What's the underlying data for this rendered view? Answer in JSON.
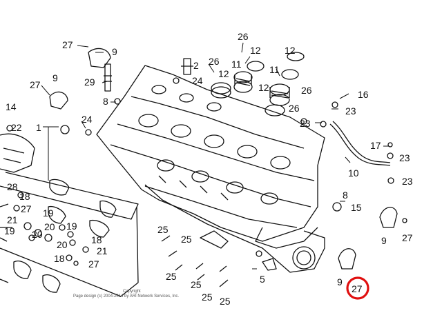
{
  "diagram": {
    "copyright_line1": "Copyright",
    "copyright_line2": "Page design (c) 2004-2014 by ARI Network Services, Inc.",
    "highlight_color": "#e01010",
    "callouts": [
      {
        "id": "c27a",
        "text": "27"
      },
      {
        "id": "c9a",
        "text": "9"
      },
      {
        "id": "c29",
        "text": "29"
      },
      {
        "id": "c8a",
        "text": "8"
      },
      {
        "id": "c27b",
        "text": "27"
      },
      {
        "id": "c9b",
        "text": "9"
      },
      {
        "id": "c14",
        "text": "14"
      },
      {
        "id": "c22",
        "text": "22"
      },
      {
        "id": "c1",
        "text": "1"
      },
      {
        "id": "c24a",
        "text": "24"
      },
      {
        "id": "c2",
        "text": "2"
      },
      {
        "id": "c24b",
        "text": "24"
      },
      {
        "id": "c26a",
        "text": "26"
      },
      {
        "id": "c12a",
        "text": "12"
      },
      {
        "id": "c26b",
        "text": "26"
      },
      {
        "id": "c12b",
        "text": "12"
      },
      {
        "id": "c11a",
        "text": "11"
      },
      {
        "id": "c12c",
        "text": "12"
      },
      {
        "id": "c11b",
        "text": "11"
      },
      {
        "id": "c12d",
        "text": "12"
      },
      {
        "id": "c26c",
        "text": "26"
      },
      {
        "id": "c26d",
        "text": "26"
      },
      {
        "id": "c16",
        "text": "16"
      },
      {
        "id": "c23a",
        "text": "23"
      },
      {
        "id": "c23b",
        "text": "23"
      },
      {
        "id": "c17",
        "text": "17"
      },
      {
        "id": "c23c",
        "text": "23"
      },
      {
        "id": "c10",
        "text": "10"
      },
      {
        "id": "c23d",
        "text": "23"
      },
      {
        "id": "c28",
        "text": "28"
      },
      {
        "id": "c18a",
        "text": "18"
      },
      {
        "id": "c27c",
        "text": "27"
      },
      {
        "id": "c21a",
        "text": "21"
      },
      {
        "id": "c19a",
        "text": "19"
      },
      {
        "id": "c20a",
        "text": "20"
      },
      {
        "id": "c19b",
        "text": "19"
      },
      {
        "id": "c19c",
        "text": "19"
      },
      {
        "id": "c20b",
        "text": "20"
      },
      {
        "id": "c20c",
        "text": "20"
      },
      {
        "id": "c18b",
        "text": "18"
      },
      {
        "id": "c21b",
        "text": "21"
      },
      {
        "id": "c18c",
        "text": "18"
      },
      {
        "id": "c27d",
        "text": "27"
      },
      {
        "id": "c8b",
        "text": "8"
      },
      {
        "id": "c15",
        "text": "15"
      },
      {
        "id": "c9c",
        "text": "9"
      },
      {
        "id": "c27e",
        "text": "27"
      },
      {
        "id": "c25a",
        "text": "25"
      },
      {
        "id": "c25b",
        "text": "25"
      },
      {
        "id": "c25c",
        "text": "25"
      },
      {
        "id": "c25d",
        "text": "25"
      },
      {
        "id": "c25e",
        "text": "25"
      },
      {
        "id": "c25f",
        "text": "25"
      },
      {
        "id": "c5",
        "text": "5"
      },
      {
        "id": "c9d",
        "text": "9"
      },
      {
        "id": "c27f",
        "text": "27"
      }
    ]
  }
}
